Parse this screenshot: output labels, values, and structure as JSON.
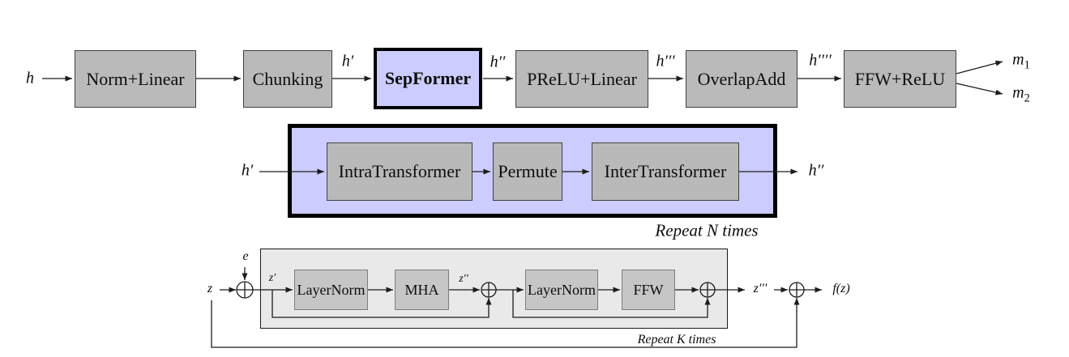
{
  "colors": {
    "highlight_lavender": "#ccccff",
    "block_gray": "#bababa",
    "inner_block_gray": "#c6c6c6",
    "container_light_gray": "#e9e9e9",
    "line_black": "#1c1c1c"
  },
  "pipeline": {
    "input_label": "h",
    "norm_linear": "Norm+Linear",
    "chunking": "Chunking",
    "sepformer": "SepFormer",
    "prelu_linear": "PReLU+Linear",
    "overlap_add": "OverlapAdd",
    "ffw_relu": "FFW+ReLU",
    "sig1": "h′",
    "sig2": "h′′",
    "sig3": "h′′′",
    "sig4": "h′′′′",
    "out1_base": "m",
    "out1_sub": "1",
    "out2_base": "m",
    "out2_sub": "2"
  },
  "sepformer_block": {
    "input_label": "h′",
    "intra_transformer": "IntraTransformer",
    "permute": "Permute",
    "inter_transformer": "InterTransformer",
    "output_label": "h′′",
    "repeat_label": "Repeat N times"
  },
  "transformer_block": {
    "input_label": "z",
    "embedding_label": "e",
    "z1": "z′",
    "layernorm1": "LayerNorm",
    "mha": "MHA",
    "z2": "z′′",
    "layernorm2": "LayerNorm",
    "ffw": "FFW",
    "z3": "z′′′",
    "output_label": "f(z)",
    "repeat_label": "Repeat K times"
  }
}
